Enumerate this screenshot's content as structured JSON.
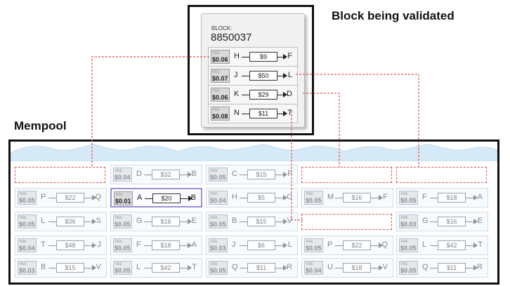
{
  "titles": {
    "block": "Block being validated",
    "mempool": "Mempool"
  },
  "block": {
    "label": "BLOCK:",
    "number": "8850037",
    "transactions": [
      {
        "fee_label": "FEE",
        "fee": "$0.06",
        "from": "H",
        "amount": "$9",
        "to": "F"
      },
      {
        "fee_label": "FEE",
        "fee": "$0.07",
        "from": "J",
        "amount": "$50",
        "to": "L"
      },
      {
        "fee_label": "FEE",
        "fee": "$0.06",
        "from": "K",
        "amount": "$29",
        "to": "D"
      },
      {
        "fee_label": "FEE",
        "fee": "$0.08",
        "from": "N",
        "amount": "$11",
        "to": "T"
      }
    ]
  },
  "mempool": {
    "columns": [
      [
        {
          "empty": true
        },
        {
          "fee_label": "FEE",
          "fee": "$0.05",
          "from": "P",
          "amount": "$22",
          "to": "Q"
        },
        {
          "fee_label": "FEE",
          "fee": "$0.05",
          "from": "L",
          "amount": "$36",
          "to": "S"
        },
        {
          "fee_label": "FEE",
          "fee": "$0.04",
          "from": "T",
          "amount": "$48",
          "to": "J"
        },
        {
          "fee_label": "FEE",
          "fee": "$0.03",
          "from": "B",
          "amount": "$15",
          "to": "V"
        }
      ],
      [
        {
          "fee_label": "FEE",
          "fee": "$0.04",
          "from": "D",
          "amount": "$32",
          "to": "B"
        },
        {
          "fee_label": "FEE",
          "fee": "$0.01",
          "from": "A",
          "amount": "$20",
          "to": "B",
          "selected": true
        },
        {
          "fee_label": "FEE",
          "fee": "$0.05",
          "from": "G",
          "amount": "$16",
          "to": "E"
        },
        {
          "fee_label": "FEE",
          "fee": "$0.05",
          "from": "F",
          "amount": "$18",
          "to": "A"
        },
        {
          "fee_label": "FEE",
          "fee": "$0.05",
          "from": "L",
          "amount": "$42",
          "to": "T"
        }
      ],
      [
        {
          "fee_label": "FEE",
          "fee": "$0.05",
          "from": "C",
          "amount": "$15",
          "to": "F"
        },
        {
          "fee_label": "FEE",
          "fee": "$0.04",
          "from": "H",
          "amount": "$5",
          "to": "C"
        },
        {
          "fee_label": "FEE",
          "fee": "$0.05",
          "from": "B",
          "amount": "$15",
          "to": "V"
        },
        {
          "fee_label": "FEE",
          "fee": "$0.03",
          "from": "J",
          "amount": "$6",
          "to": "L"
        },
        {
          "fee_label": "FEE",
          "fee": "$0.05",
          "from": "Q",
          "amount": "$11",
          "to": "R"
        }
      ],
      [
        {
          "empty": true
        },
        {
          "fee_label": "FEE",
          "fee": "$0.05",
          "from": "M",
          "amount": "$16",
          "to": "F"
        },
        {
          "empty": true
        },
        {
          "fee_label": "FEE",
          "fee": "$0.05",
          "from": "P",
          "amount": "$22",
          "to": "Q"
        },
        {
          "fee_label": "FEE",
          "fee": "$0.04",
          "from": "U",
          "amount": "$18",
          "to": "V"
        }
      ],
      [
        {
          "empty": true
        },
        {
          "fee_label": "FEE",
          "fee": "$0.05",
          "from": "F",
          "amount": "$18",
          "to": "A"
        },
        {
          "fee_label": "FEE",
          "fee": "$0.03",
          "from": "G",
          "amount": "$16",
          "to": "E"
        },
        {
          "fee_label": "FEE",
          "fee": "$0.05",
          "from": "L",
          "amount": "$42",
          "to": "T"
        },
        {
          "fee_label": "FEE",
          "fee": "$0.05",
          "from": "Q",
          "amount": "$11",
          "to": "R"
        }
      ]
    ]
  },
  "colors": {
    "connector": "#e05555",
    "wave": "#d6e9f7",
    "selected_border": "#9c8fd8"
  }
}
